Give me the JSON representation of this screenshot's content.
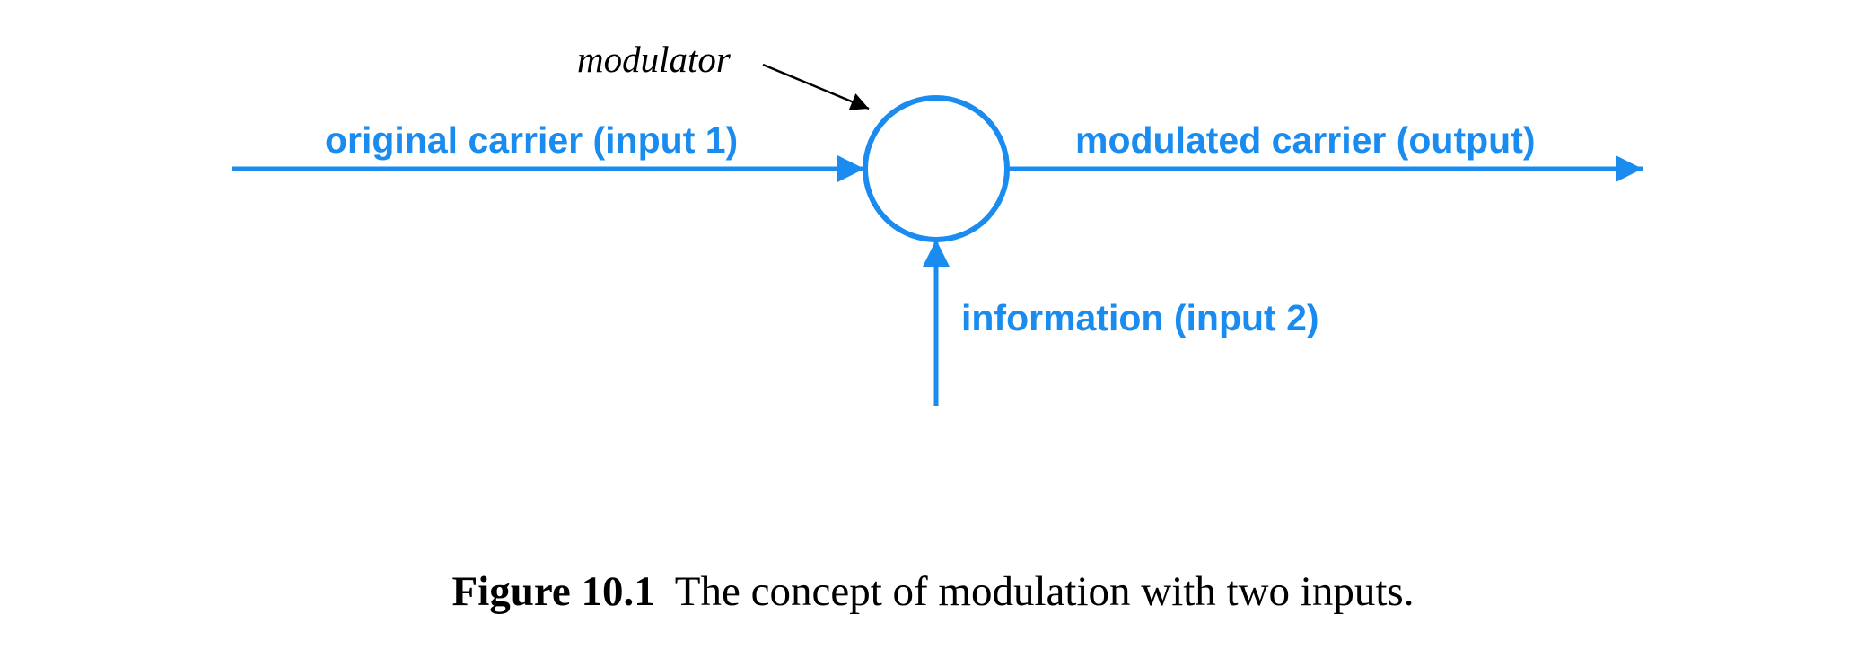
{
  "colors": {
    "diagram_blue": "#1a8cf0",
    "annotation_black": "#000000"
  },
  "diagram": {
    "modulator_label": "modulator",
    "input1_label": "original carrier (input 1)",
    "output_label": "modulated carrier (output)",
    "input2_label": "information (input 2)"
  },
  "caption": {
    "figure_number": "Figure 10.1",
    "text": "The concept of modulation with two inputs."
  }
}
